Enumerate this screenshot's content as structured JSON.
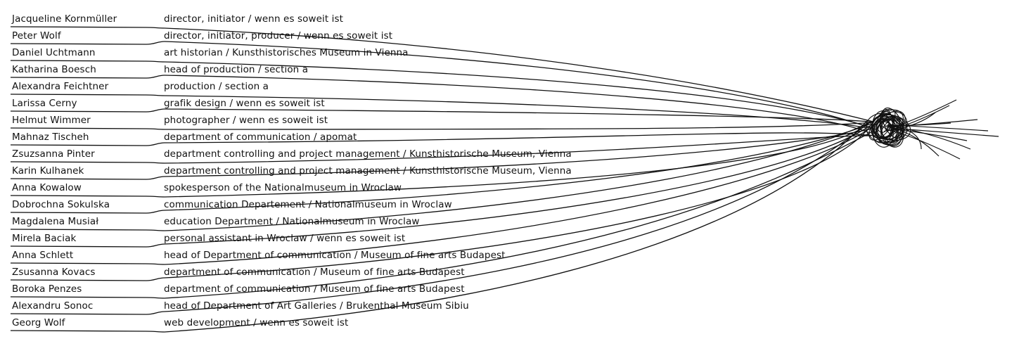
{
  "people": [
    {
      "name": "Jacqueline Kornmüller",
      "role": "director, initiator / wenn es soweit ist"
    },
    {
      "name": "Peter Wolf",
      "role": "director, initiator, producer / wenn es soweit ist"
    },
    {
      "name": "Daniel Uchtmann",
      "role": "art historian / Kunsthistorisches Museum in Vienna"
    },
    {
      "name": "Katharina Boesch",
      "role": "head of production / section a"
    },
    {
      "name": "Alexandra Feichtner",
      "role": "production / section a"
    },
    {
      "name": "Larissa Cerny",
      "role": "grafik design / wenn es soweit ist"
    },
    {
      "name": "Helmut Wimmer",
      "role": "photographer / wenn es soweit ist"
    },
    {
      "name": "Mahnaz Tischeh",
      "role": "department of communication / apomat"
    },
    {
      "name": "Zsuzsanna Pinter",
      "role": "department controlling and project management  / Kunsthistorische Museum, Vienna"
    },
    {
      "name": "Karin Kulhanek",
      "role": "department controlling and project management / Kunsthistorische Museum, Vienna"
    },
    {
      "name": "Anna Kowalow",
      "role": "spokesperson of the Nationalmuseum in Wroclaw"
    },
    {
      "name": "Dobrochna Sokulska",
      "role": "communication Departement / Nationalmuseum in Wroclaw"
    },
    {
      "name": "Magdalena Musiał",
      "role": "education Department / Nationalmuseum in Wroclaw"
    },
    {
      "name": "Mirela Baciak",
      "role": "personal assistant in Wroclaw / wenn es soweit ist"
    },
    {
      "name": "Anna Schlett",
      "role": "head of Department of communication / Museum of fine arts Budapest"
    },
    {
      "name": "Zsusanna Kovacs",
      "role": "department of communication / Museum of fine arts Budapest"
    },
    {
      "name": "Boroka Penzes",
      "role": "department of communication / Museum of fine arts Budapest"
    },
    {
      "name": "Alexandru Sonoc",
      "role": "head of Department of Art Galleries / Brukenthal Museum Sibiu"
    },
    {
      "name": "Georg Wolf",
      "role": "web development / wenn es soweit ist"
    }
  ],
  "style": {
    "line_color": "#111111",
    "text_color": "#111111",
    "background": "#ffffff"
  }
}
